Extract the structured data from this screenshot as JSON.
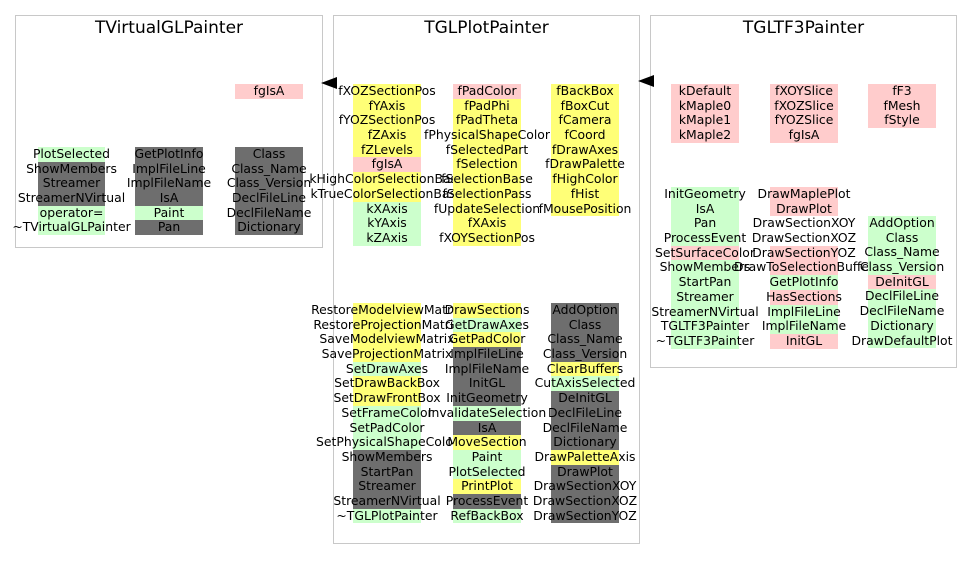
{
  "classes": [
    {
      "title": "TVirtualGLPainter",
      "columns": [
        [
          [
            "fgIsA",
            "p"
          ]
        ],
        [
          [
            "PlotSelected",
            "gr"
          ],
          [
            "ShowMembers",
            "g"
          ],
          [
            "Streamer",
            "g"
          ],
          [
            "StreamerNVirtual",
            "g"
          ],
          [
            "operator=",
            "gr"
          ],
          [
            "~TVirtualGLPainter",
            "gr"
          ]
        ],
        [
          [
            "GetPlotInfo",
            "g"
          ],
          [
            "ImplFileLine",
            "g"
          ],
          [
            "ImplFileName",
            "g"
          ],
          [
            "IsA",
            "g"
          ],
          [
            "Paint",
            "gr"
          ],
          [
            "Pan",
            "g"
          ]
        ],
        [
          [
            "Class",
            "g"
          ],
          [
            "Class_Name",
            "g"
          ],
          [
            "Class_Version",
            "g"
          ],
          [
            "DeclFileLine",
            "g"
          ],
          [
            "DeclFileName",
            "g"
          ],
          [
            "Dictionary",
            "g"
          ]
        ]
      ]
    },
    {
      "title": "TGLPlotPainter",
      "columns": [
        [
          [
            "fXOZSectionPos",
            "y"
          ],
          [
            "fYAxis",
            "y"
          ],
          [
            "fYOZSectionPos",
            "y"
          ],
          [
            "fZAxis",
            "y"
          ],
          [
            "fZLevels",
            "y"
          ],
          [
            "fgIsA",
            "p"
          ],
          [
            "kHighColorSelectionBase",
            "y"
          ],
          [
            "kTrueColorSelectionBase",
            "y"
          ],
          [
            "kXAxis",
            "gr"
          ],
          [
            "kYAxis",
            "gr"
          ],
          [
            "kZAxis",
            "gr"
          ]
        ],
        [
          [
            "fPadColor",
            "p"
          ],
          [
            "fPadPhi",
            "y"
          ],
          [
            "fPadTheta",
            "y"
          ],
          [
            "fPhysicalShapeColor",
            "y"
          ],
          [
            "fSelectedPart",
            "y"
          ],
          [
            "fSelection",
            "y"
          ],
          [
            "fSelectionBase",
            "y"
          ],
          [
            "fSelectionPass",
            "y"
          ],
          [
            "fUpdateSelection",
            "y"
          ],
          [
            "fXAxis",
            "y"
          ],
          [
            "fXOYSectionPos",
            "y"
          ]
        ],
        [
          [
            "fBackBox",
            "y"
          ],
          [
            "fBoxCut",
            "y"
          ],
          [
            "fCamera",
            "y"
          ],
          [
            "fCoord",
            "y"
          ],
          [
            "fDrawAxes",
            "y"
          ],
          [
            "fDrawPalette",
            "y"
          ],
          [
            "fHighColor",
            "y"
          ],
          [
            "fHist",
            "y"
          ],
          [
            "fMousePosition",
            "y"
          ]
        ],
        [
          [
            "RestoreModelviewMatrix",
            "y"
          ],
          [
            "RestoreProjectionMatrix",
            "y"
          ],
          [
            "SaveModelviewMatrix",
            "y"
          ],
          [
            "SaveProjectionMatrix",
            "y"
          ],
          [
            "SetDrawAxes",
            "gr"
          ],
          [
            "SetDrawBackBox",
            "y"
          ],
          [
            "SetDrawFrontBox",
            "y"
          ],
          [
            "SetFrameColor",
            "gr"
          ],
          [
            "SetPadColor",
            "gr"
          ],
          [
            "SetPhysicalShapeColor",
            "gr"
          ],
          [
            "ShowMembers",
            "g"
          ],
          [
            "StartPan",
            "g"
          ],
          [
            "Streamer",
            "g"
          ],
          [
            "StreamerNVirtual",
            "g"
          ],
          [
            "~TGLPlotPainter",
            "gr"
          ]
        ],
        [
          [
            "DrawSections",
            "y"
          ],
          [
            "GetDrawAxes",
            "gr"
          ],
          [
            "GetPadColor",
            "y"
          ],
          [
            "ImplFileLine",
            "g"
          ],
          [
            "ImplFileName",
            "g"
          ],
          [
            "InitGL",
            "g"
          ],
          [
            "InitGeometry",
            "g"
          ],
          [
            "InvalidateSelection",
            "gr"
          ],
          [
            "IsA",
            "g"
          ],
          [
            "MoveSection",
            "y"
          ],
          [
            "Paint",
            "gr"
          ],
          [
            "PlotSelected",
            "gr"
          ],
          [
            "PrintPlot",
            "y"
          ],
          [
            "ProcessEvent",
            "g"
          ],
          [
            "RefBackBox",
            "gr"
          ]
        ],
        [
          [
            "AddOption",
            "g"
          ],
          [
            "Class",
            "g"
          ],
          [
            "Class_Name",
            "g"
          ],
          [
            "Class_Version",
            "g"
          ],
          [
            "ClearBuffers",
            "y"
          ],
          [
            "CutAxisSelected",
            "gr"
          ],
          [
            "DeInitGL",
            "g"
          ],
          [
            "DeclFileLine",
            "g"
          ],
          [
            "DeclFileName",
            "g"
          ],
          [
            "Dictionary",
            "g"
          ],
          [
            "DrawPaletteAxis",
            "y"
          ],
          [
            "DrawPlot",
            "g"
          ],
          [
            "DrawSectionXOY",
            "g"
          ],
          [
            "DrawSectionXOZ",
            "g"
          ],
          [
            "DrawSectionYOZ",
            "g"
          ]
        ]
      ]
    },
    {
      "title": "TGLTF3Painter",
      "columns": [
        [
          [
            "kDefault",
            "p"
          ],
          [
            "kMaple0",
            "p"
          ],
          [
            "kMaple1",
            "p"
          ],
          [
            "kMaple2",
            "p"
          ]
        ],
        [
          [
            "fXOYSlice",
            "p"
          ],
          [
            "fXOZSlice",
            "p"
          ],
          [
            "fYOZSlice",
            "p"
          ],
          [
            "fgIsA",
            "p"
          ]
        ],
        [
          [
            "fF3",
            "p"
          ],
          [
            "fMesh",
            "p"
          ],
          [
            "fStyle",
            "p"
          ]
        ],
        [
          [
            "InitGeometry",
            "gr"
          ],
          [
            "IsA",
            "gr"
          ],
          [
            "Pan",
            "gr"
          ],
          [
            "ProcessEvent",
            "gr"
          ],
          [
            "SetSurfaceColor",
            "p"
          ],
          [
            "ShowMembers",
            "gr"
          ],
          [
            "StartPan",
            "gr"
          ],
          [
            "Streamer",
            "gr"
          ],
          [
            "StreamerNVirtual",
            "gr"
          ],
          [
            "TGLTF3Painter",
            "gr"
          ],
          [
            "~TGLTF3Painter",
            "gr"
          ]
        ],
        [
          [
            "DrawMaplePlot",
            "p"
          ],
          [
            "DrawPlot",
            "p"
          ],
          [
            "DrawSectionXOY",
            "w"
          ],
          [
            "DrawSectionXOZ",
            "w"
          ],
          [
            "DrawSectionYOZ",
            "p"
          ],
          [
            "DrawToSelectionBuffer",
            "p"
          ],
          [
            "GetPlotInfo",
            "gr"
          ],
          [
            "HasSections",
            "p"
          ],
          [
            "ImplFileLine",
            "gr"
          ],
          [
            "ImplFileName",
            "gr"
          ],
          [
            "InitGL",
            "p"
          ]
        ],
        [
          [
            "AddOption",
            "gr"
          ],
          [
            "Class",
            "gr"
          ],
          [
            "Class_Name",
            "gr"
          ],
          [
            "Class_Version",
            "gr"
          ],
          [
            "DeInitGL",
            "p"
          ],
          [
            "DeclFileLine",
            "gr"
          ],
          [
            "DeclFileName",
            "gr"
          ],
          [
            "Dictionary",
            "gr"
          ],
          [
            "DrawDefaultPlot",
            "gr"
          ]
        ]
      ]
    }
  ]
}
